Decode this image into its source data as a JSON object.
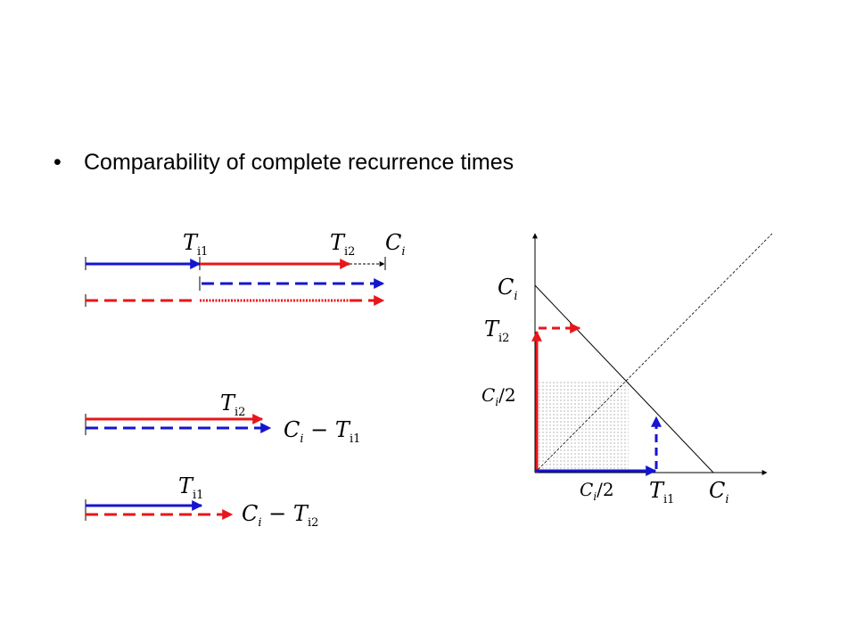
{
  "slide": {
    "bullet_symbol": "•",
    "bullet_text": "Comparability of complete recurrence times"
  },
  "colors": {
    "red": "#e8161b",
    "blue": "#1414d2",
    "black": "#000000"
  },
  "timeline_top": {
    "label_t1": {
      "main": "T",
      "sub": "i1"
    },
    "label_t2": {
      "main": "T",
      "sub": "i2"
    },
    "label_c": {
      "main": "C",
      "sub": "i"
    }
  },
  "timeline_middle": {
    "label_t2": {
      "main": "T",
      "sub": "i2"
    },
    "label_diff": {
      "a": "C",
      "a_sub": "i",
      "op": " − ",
      "b": "T",
      "b_sub": "i1"
    }
  },
  "timeline_bottom": {
    "label_t1": {
      "main": "T",
      "sub": "i1"
    },
    "label_diff": {
      "a": "C",
      "a_sub": "i",
      "op": " − ",
      "b": "T",
      "b_sub": "i2"
    }
  },
  "region_plot": {
    "y_labels": {
      "c": {
        "main": "C",
        "sub": "i"
      },
      "t2": {
        "main": "T",
        "sub": "i2"
      },
      "half": {
        "main": "C",
        "sub": "i",
        "tail": "/2"
      }
    },
    "x_labels": {
      "half": {
        "main": "C",
        "sub": "i",
        "tail": "/2"
      },
      "t1": {
        "main": "T",
        "sub": "i1"
      },
      "c": {
        "main": "C",
        "sub": "i"
      }
    }
  }
}
